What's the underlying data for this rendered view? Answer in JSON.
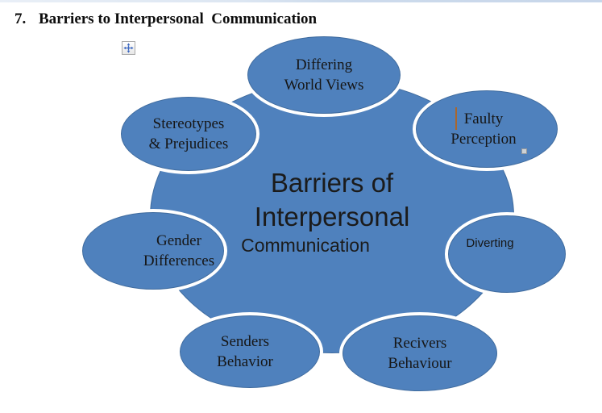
{
  "title": {
    "number": "7.",
    "text": "Barriers to Interpersonal  Communication"
  },
  "diagram": {
    "center": {
      "line1": "Barriers of",
      "line2": "Interpersonal",
      "line3": "Communication"
    },
    "satellites": [
      {
        "id": "differing-world-views",
        "label": "Differing\nWorld Views"
      },
      {
        "id": "stereotypes-prejudices",
        "label": "Stereotypes\n& Prejudices"
      },
      {
        "id": "faulty-perception",
        "label": "Faulty\nPerception"
      },
      {
        "id": "gender-differences",
        "label": "Gender\nDifferences"
      },
      {
        "id": "diverting",
        "label": "Diverting"
      },
      {
        "id": "senders-behavior",
        "label": "Senders\nBehavior"
      },
      {
        "id": "recivers-behaviour",
        "label": "Recivers\nBehaviour"
      }
    ]
  },
  "icons": {
    "move_handle": "move-cross-icon",
    "resize_handle": "gray-square-handle"
  },
  "colors": {
    "shape_fill": "#4f81bd",
    "shape_edge": "#3f6b9e",
    "shape_ring": "#ffffff",
    "text_dark": "#161616",
    "cursor_orange": "#a9672e"
  }
}
